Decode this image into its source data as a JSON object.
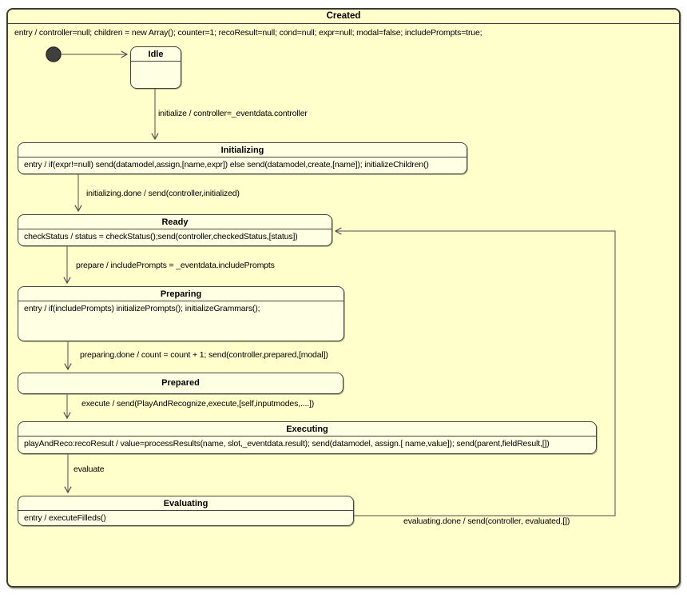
{
  "diagram": {
    "title": "Created",
    "entry_action": "entry / controller=null; children = new Array(); counter=1; recoResult=null; cond=null; expr=null; modal=false; includePrompts=true;"
  },
  "states": [
    {
      "name": "Idle",
      "body": ""
    },
    {
      "name": "Initializing",
      "body": "entry / if(expr!=null) send(datamodel,assign,[name,expr]) else send(datamodel,create,[name]); initializeChildren()"
    },
    {
      "name": "Ready",
      "body": "checkStatus / status = checkStatus();send(controller,checkedStatus,[status])"
    },
    {
      "name": "Preparing",
      "body": "entry / if(includePrompts) initializePrompts(); initializeGrammars();"
    },
    {
      "name": "Prepared",
      "body": ""
    },
    {
      "name": "Executing",
      "body": "playAndReco:recoResult / value=processResults(name, slot,_eventdata.result); send(datamodel, assign.[ name,value]); send(parent,fieldResult,[])"
    },
    {
      "name": "Evaluating",
      "body": "entry / executeFilleds()"
    }
  ],
  "transitions": [
    {
      "label": "initialize / controller=_eventdata.controller"
    },
    {
      "label": "initializing.done / send(controller,initialized)"
    },
    {
      "label": "prepare / includePrompts = _eventdata.includePrompts"
    },
    {
      "label": "preparing.done / count = count + 1; send(controller,prepared,[modal])"
    },
    {
      "label": "execute / send(PlayAndRecognize,execute,[self,inputmodes,....])"
    },
    {
      "label": "evaluate"
    },
    {
      "label": "evaluating.done / send(controller, evaluated,[])"
    }
  ],
  "colors": {
    "page_background": "#ffffff",
    "diagram_fill": "#ffffcc",
    "state_fill": "#ffffe3",
    "border": "#45453a",
    "line": "#4d4d4d",
    "text": "#000000",
    "initial_node_fill": "#3f3f3f"
  }
}
